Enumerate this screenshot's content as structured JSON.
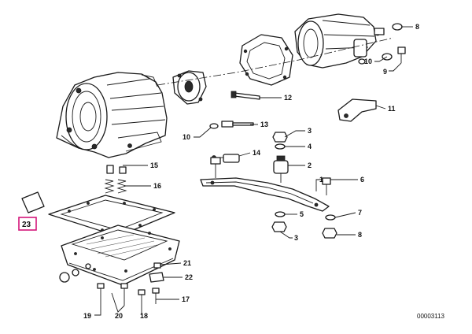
{
  "diagram": {
    "highlight_label": "23",
    "reference_number": "00003113",
    "callouts": [
      "1",
      "2",
      "3",
      "4",
      "5",
      "6",
      "7",
      "8",
      "8",
      "9",
      "10",
      "10",
      "11",
      "12",
      "13",
      "14",
      "15",
      "16",
      "17",
      "18",
      "19",
      "20",
      "21",
      "22",
      "3"
    ]
  }
}
